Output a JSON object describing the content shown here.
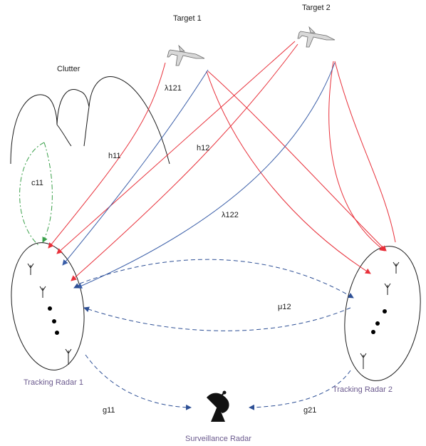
{
  "labels": {
    "target1": "Target 1",
    "target2": "Target 2",
    "clutter": "Clutter",
    "lambda121": "λ121",
    "lambda122": "λ122",
    "h11": "h11",
    "h12": "h12",
    "c11": "c11",
    "mu12": "μ12",
    "g11": "g11",
    "g21": "g21",
    "tracking_radar_1": "Tracking Radar 1",
    "tracking_radar_2": "Tracking Radar 2",
    "surveillance_radar": "Surveillance Radar"
  },
  "colors": {
    "red_link": "#e8303a",
    "blue_link": "#3a5ea8",
    "dashed_blue": "#2d4f95",
    "green_dashed": "#3aa04a",
    "clutter": "#1a1a1a",
    "radar_label": "#6b5a8e"
  },
  "icons": {
    "target1": "fighter-jet-icon",
    "target2": "fighter-jet-icon",
    "surveillance": "satellite-dish-icon",
    "antenna": "antenna-icon"
  }
}
